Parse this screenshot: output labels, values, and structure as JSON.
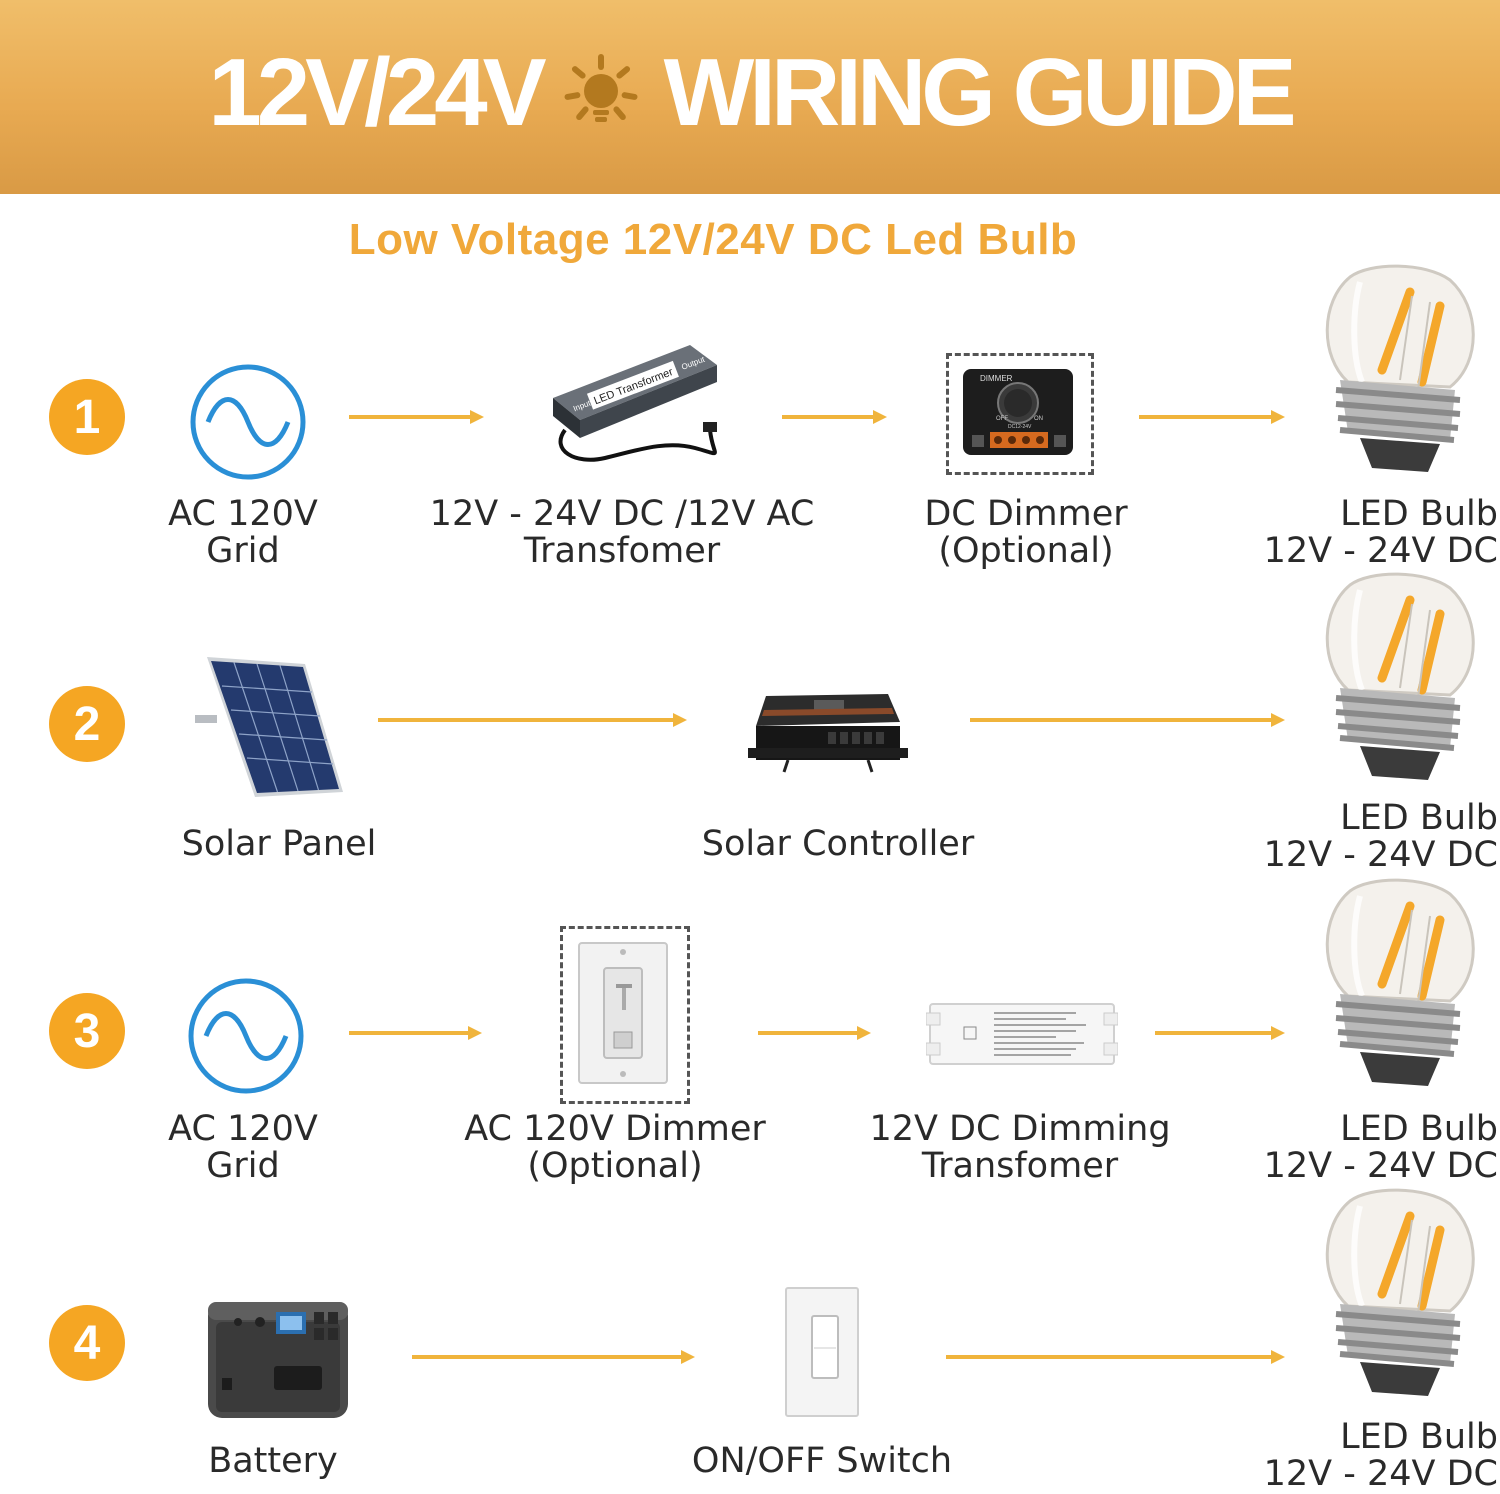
{
  "banner": {
    "title_left": "12V/24V",
    "title_right": "WIRING GUIDE"
  },
  "subtitle": "Low Voltage 12V/24V DC Led Bulb",
  "colors": {
    "accent": "#f5a623",
    "banner": "#e8aa52",
    "arrow": "#f0b43c",
    "ac_icon": "#2a8fd6"
  },
  "steps": [
    {
      "number": "1",
      "components": [
        {
          "icon": "ac-wave-icon",
          "line1": "AC 120V",
          "line2": "Grid"
        },
        {
          "icon": "led-transformer-icon",
          "line1": "12V - 24V DC /12V AC",
          "line2": "Transfomer",
          "printed": {
            "brand": "LED Transformer",
            "input": "Input",
            "output": "Output"
          }
        },
        {
          "icon": "dc-dimmer-icon",
          "line1": "DC  Dimmer",
          "line2": "(Optional)",
          "printed": {
            "top": "DIMMER",
            "off": "OFF",
            "on": "ON",
            "spec": "DC12-24V"
          }
        },
        {
          "icon": "led-bulb-icon",
          "line1": "LED Bulb",
          "line2": "12V - 24V DC"
        }
      ]
    },
    {
      "number": "2",
      "components": [
        {
          "icon": "solar-panel-icon",
          "line1": "Solar Panel"
        },
        {
          "icon": "solar-controller-icon",
          "line1": "Solar Controller"
        },
        {
          "icon": "led-bulb-icon",
          "line1": "LED Bulb",
          "line2": "12V - 24V DC"
        }
      ]
    },
    {
      "number": "3",
      "components": [
        {
          "icon": "ac-wave-icon",
          "line1": "AC 120V",
          "line2": "Grid"
        },
        {
          "icon": "wall-dimmer-icon",
          "line1": "AC 120V Dimmer",
          "line2": "(Optional)"
        },
        {
          "icon": "dimming-driver-icon",
          "line1": "12V DC Dimming",
          "line2": "Transfomer"
        },
        {
          "icon": "led-bulb-icon",
          "line1": "LED Bulb",
          "line2": "12V - 24V DC"
        }
      ]
    },
    {
      "number": "4",
      "components": [
        {
          "icon": "battery-power-station-icon",
          "line1": "Battery"
        },
        {
          "icon": "wall-switch-icon",
          "line1": "ON/OFF Switch"
        },
        {
          "icon": "led-bulb-icon",
          "line1": "LED Bulb",
          "line2": "12V - 24V DC"
        }
      ]
    }
  ]
}
